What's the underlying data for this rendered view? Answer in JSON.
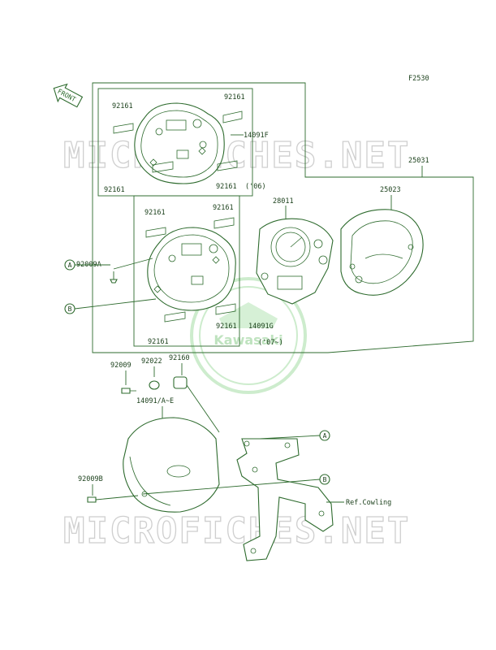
{
  "figure_code": "F2530",
  "front_label": "FRONT",
  "watermark": {
    "text": "MICROFICHES.NET"
  },
  "brand": {
    "text": "Kawasaki",
    "color": "#2e6b2e"
  },
  "parts": {
    "p1": "92161",
    "p2": "92161",
    "p3": "14091F",
    "p4": "92161",
    "p5": "92161",
    "p5_note": "('06)",
    "p6": "25031",
    "p7": "28011",
    "p8": "25023",
    "p9": "92161",
    "p10": "92161",
    "p11": "92009A",
    "p12": "92161",
    "p13": "14091G",
    "p14": "92161",
    "p14_note": "('07~)",
    "p15": "92009",
    "p16": "92022",
    "p17": "92160",
    "p18": "14091/A~E",
    "p19": "92009B",
    "ref": "Ref.Cowling"
  },
  "callouts": {
    "a": "A",
    "b": "B"
  },
  "colors": {
    "line": "#2e6b2e",
    "text": "#1a3f1a",
    "watermark": "#cfcfcf"
  }
}
